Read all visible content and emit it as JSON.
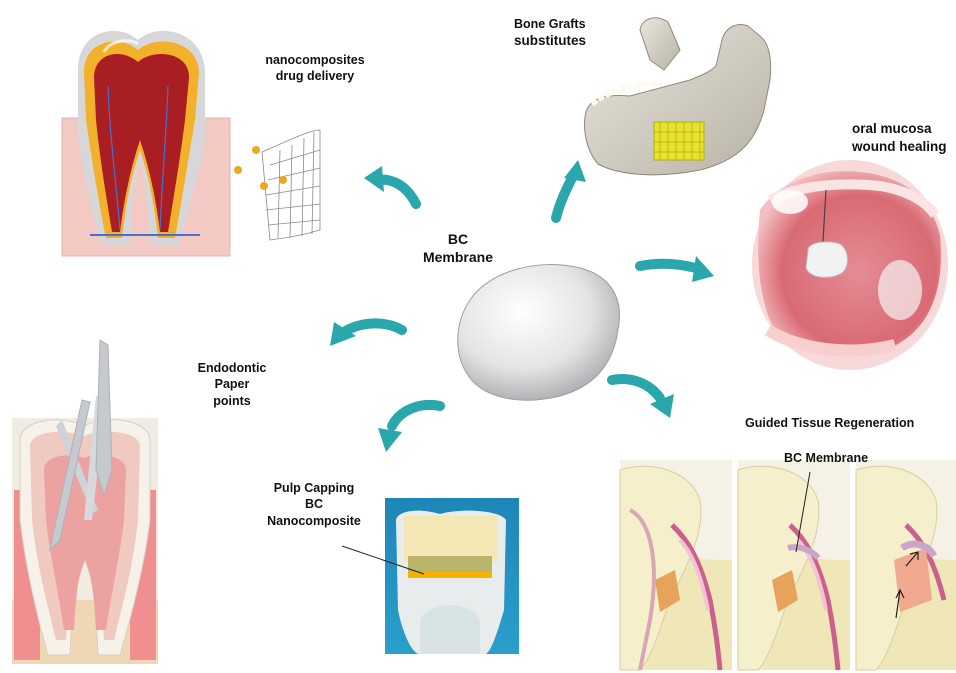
{
  "center": {
    "line1": "BC",
    "line2": "Membrane"
  },
  "nanocomposites": {
    "line1": "nanocomposites",
    "line2": "drug delivery"
  },
  "bone": {
    "line1": "Bone Grafts",
    "line2": "substitutes"
  },
  "mucosa": {
    "line1": "oral mucosa",
    "line2": "wound healing"
  },
  "endo": {
    "line1": "Endodontic",
    "line2": "Paper",
    "line3": "points"
  },
  "pulp": {
    "line1": "Pulp Capping",
    "line2": "BC",
    "line3": "Nanocomposite"
  },
  "gtr": {
    "title": "Guided Tissue Regeneration",
    "sub": "BC Membrane"
  },
  "colors": {
    "arrow": "#2aa7ad",
    "membrane": "#e8e8ea",
    "pulp": "#b3282b",
    "enamel": "#f2ecd2",
    "gum": "#f1a8a8"
  }
}
